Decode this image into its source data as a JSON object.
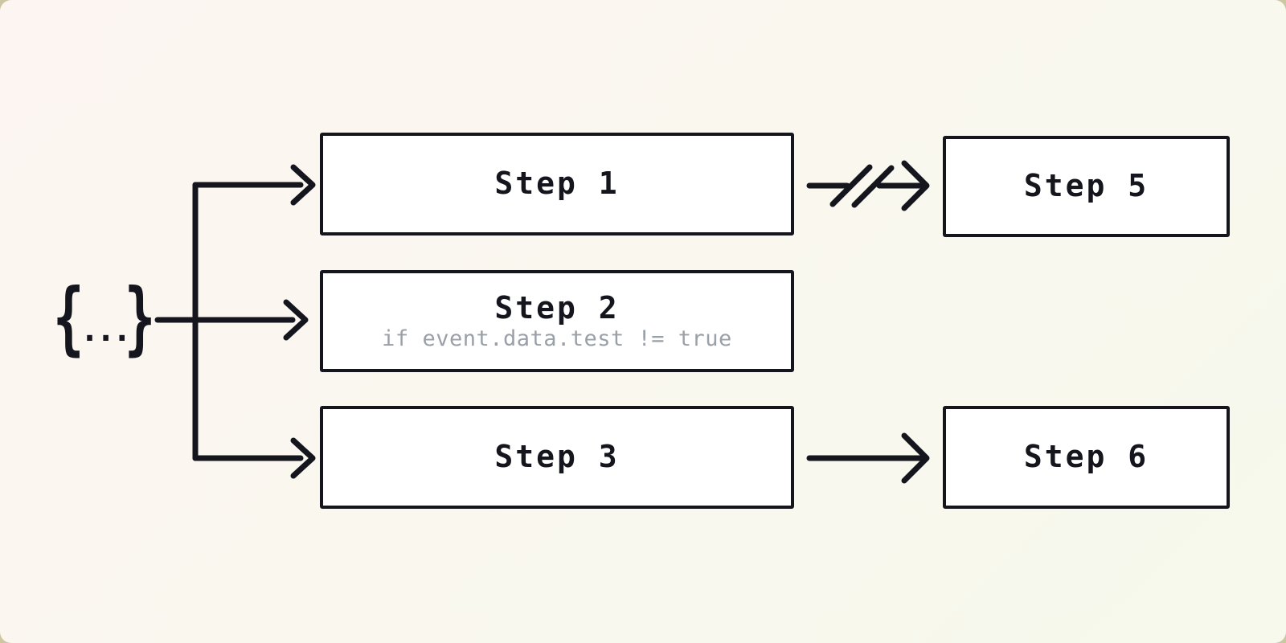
{
  "palette": {
    "background_start": "#fdf5f2",
    "background_end": "#f6f9ec",
    "outside_corner": "#ccc6a2",
    "stroke": "#15151d",
    "node_fill": "#ffffff",
    "muted_text": "#9aa0a8"
  },
  "source": {
    "symbol": "{...}",
    "brace_left": "{",
    "dots": "...",
    "brace_right": "}"
  },
  "nodes": [
    {
      "id": "step-1",
      "label": "Step 1"
    },
    {
      "id": "step-2",
      "label": "Step 2",
      "condition": "if event.data.test != true"
    },
    {
      "id": "step-3",
      "label": "Step 3"
    },
    {
      "id": "step-5",
      "label": "Step 5"
    },
    {
      "id": "step-6",
      "label": "Step 6"
    }
  ],
  "edges": [
    {
      "from": "source",
      "to": "step-1",
      "style": "arrow"
    },
    {
      "from": "source",
      "to": "step-2",
      "style": "arrow"
    },
    {
      "from": "source",
      "to": "step-3",
      "style": "arrow"
    },
    {
      "from": "step-1",
      "to": "step-5",
      "style": "interrupted-arrow"
    },
    {
      "from": "step-3",
      "to": "step-6",
      "style": "arrow"
    }
  ]
}
